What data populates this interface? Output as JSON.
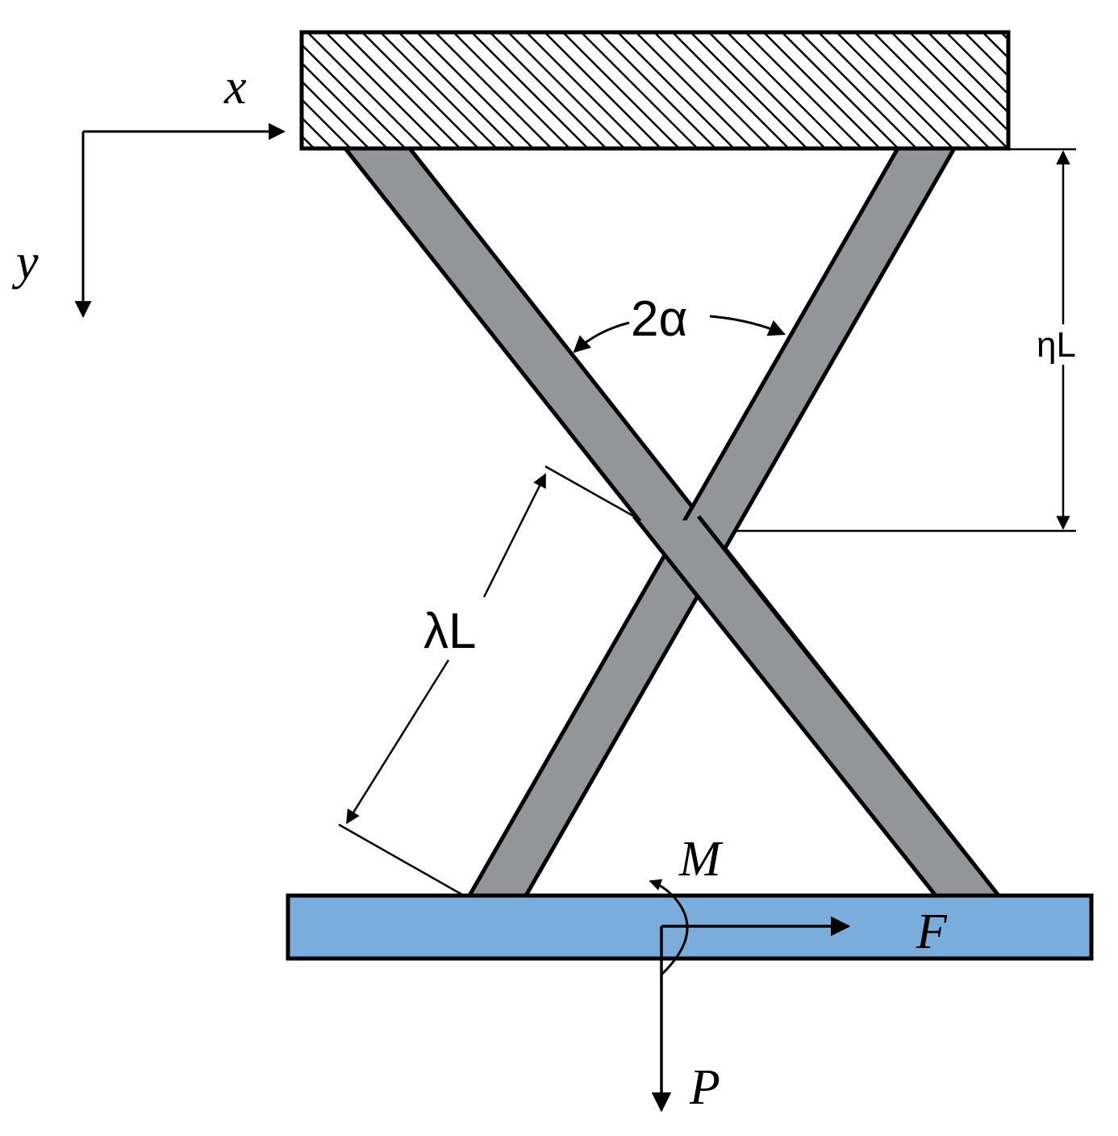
{
  "labels": {
    "x_axis": "x",
    "y_axis": "y",
    "angle": "2α",
    "eta_length": "ηL",
    "lambda_length": "λL",
    "moment": "M",
    "force_f": "F",
    "force_p": "P"
  },
  "colors": {
    "beam": "#939598",
    "plate": "#7aacdc",
    "line": "#000000",
    "hatch_bg": "#ffffff"
  }
}
